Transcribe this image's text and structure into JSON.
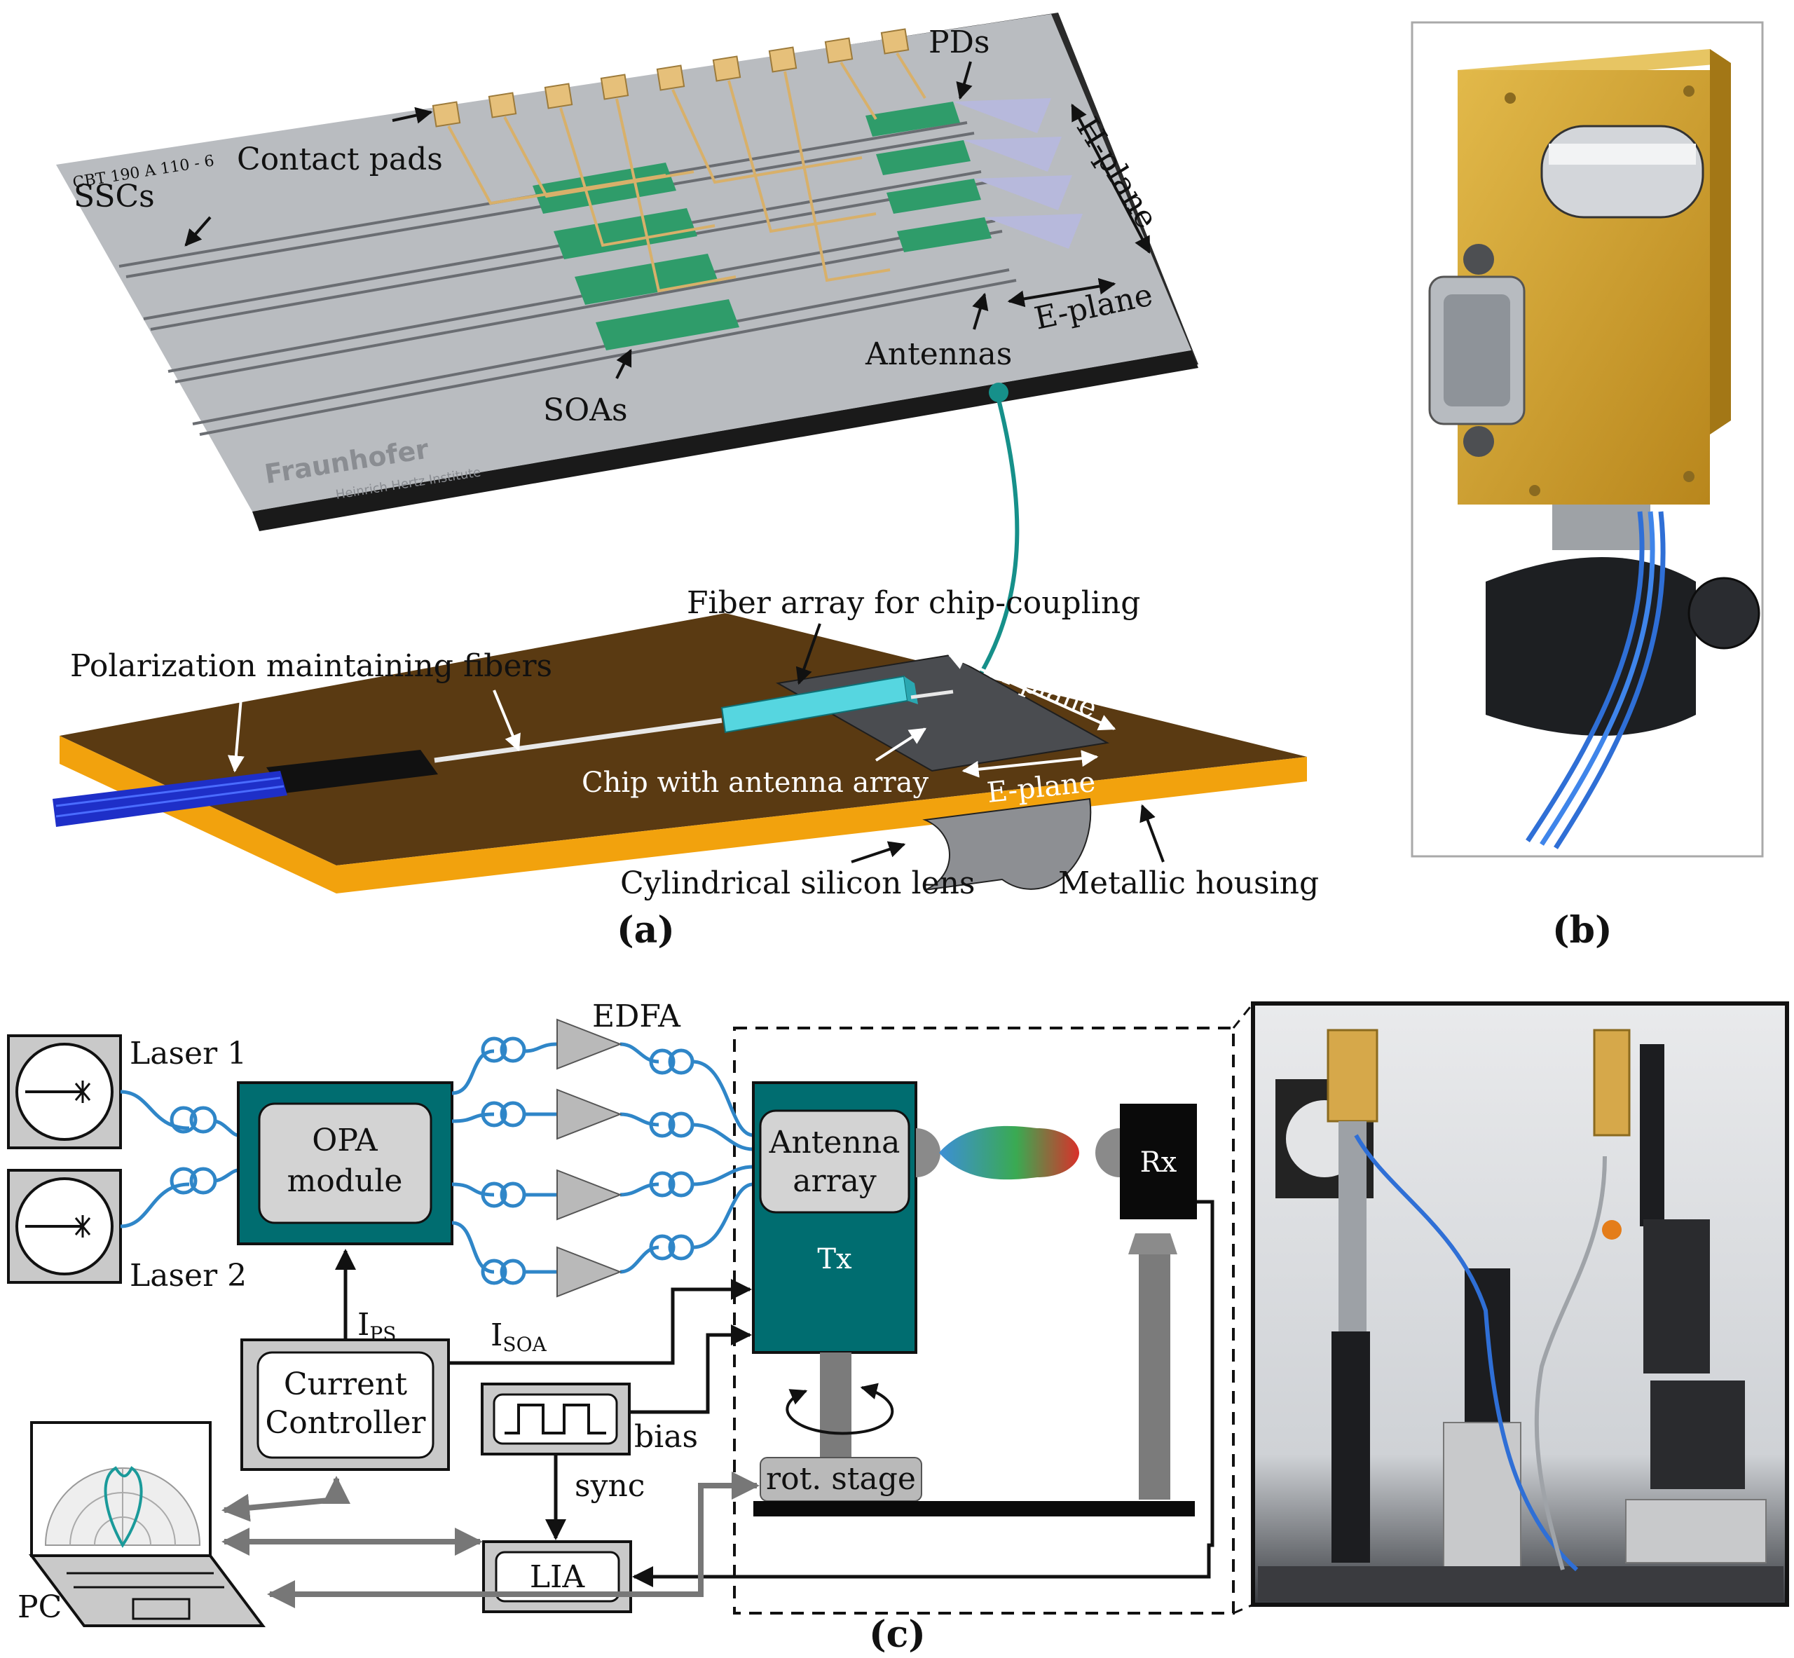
{
  "panel_a": {
    "chip": {
      "contact_pads": "Contact pads",
      "sscs": "SSCs",
      "soas": "SOAs",
      "pds": "PDs",
      "antennas": "Antennas",
      "h_plane": "H-plane",
      "e_plane": "E-plane",
      "chip_marking": "CBT 190 A 110 - 6",
      "logo_text": "Fraunhofer",
      "logo_subtext": "Heinrich Hertz Institute"
    },
    "module": {
      "fiber_array": "Fiber array for chip-coupling",
      "pm_fibers": "Polarization maintaining fibers",
      "chip_antenna": "Chip with antenna array",
      "h_plane": "H-plane",
      "e_plane": "E-plane",
      "lens": "Cylindrical silicon lens",
      "housing": "Metallic housing"
    },
    "caption": "(a)"
  },
  "panel_b": {
    "caption": "(b)"
  },
  "panel_c": {
    "laser1": "Laser 1",
    "laser2": "Laser 2",
    "opa_line1": "OPA",
    "opa_line2": "module",
    "edfa": "EDFA",
    "antenna_line1": "Antenna",
    "antenna_line2": "array",
    "tx": "Tx",
    "rx": "Rx",
    "i_ps_main": "I",
    "i_ps_sub": "PS",
    "i_soa_main": "I",
    "i_soa_sub": "SOA",
    "cc_line1": "Current",
    "cc_line2": "Controller",
    "bias": "bias",
    "sync": "sync",
    "lia": "LIA",
    "rot_stage": "rot. stage",
    "pc": "PC",
    "caption": "(c)"
  },
  "colors": {
    "teal": "#006d70",
    "fiber_blue": "#2f86c8",
    "gold": "#c79a2a",
    "board_brown": "#5a3a12",
    "board_orange": "#f2a20d",
    "chip_grey": "#b9bcc0",
    "soa_green": "#2f9c6a"
  }
}
